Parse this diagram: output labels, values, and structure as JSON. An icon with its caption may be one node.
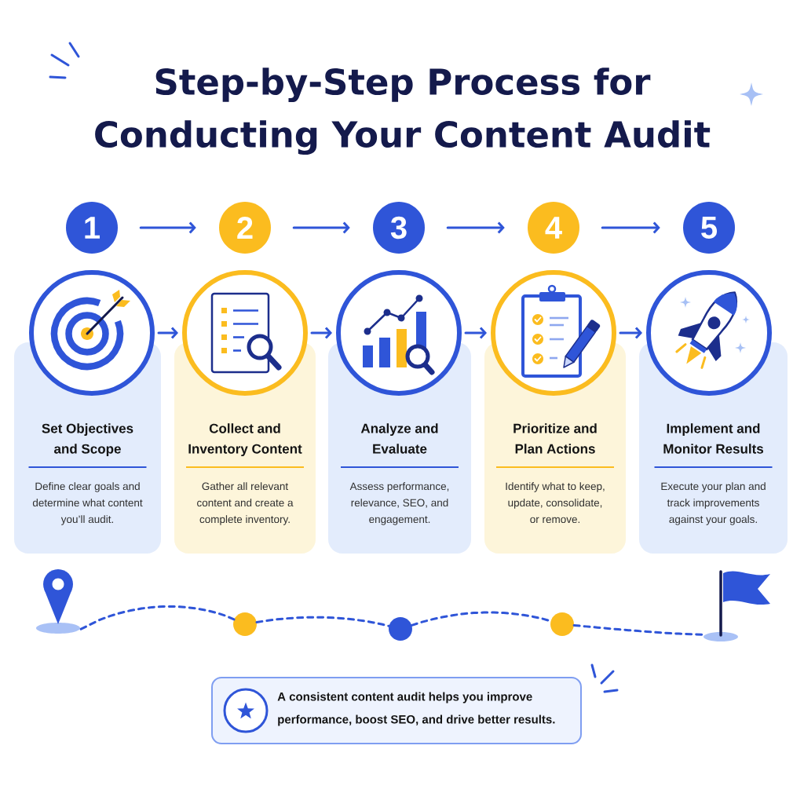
{
  "diagram": {
    "title": "Step-by-Step Process for Conducting Your Content Audit",
    "nodes": [
      {
        "text": [
          "1"
        ]
      },
      {
        "text": [
          "2"
        ]
      },
      {
        "text": [
          "3"
        ]
      },
      {
        "text": [
          "4"
        ]
      },
      {
        "text": [
          "5"
        ]
      },
      {
        "text": [],
        "shape": "circle"
      },
      {
        "text": [],
        "shape": "circle"
      },
      {
        "text": [],
        "shape": "circle"
      },
      {
        "text": [],
        "shape": "circle"
      },
      {
        "text": [],
        "shape": "circle"
      },
      {
        "text": [
          "Set Objectives and Scope",
          "Define clear goals and determine what content you’ll audit."
        ]
      },
      {
        "text": [
          "Collect and Inventory Content",
          "Gather all relevant content and create a complete inventory."
        ]
      },
      {
        "text": [
          "Analyze and Evaluate",
          "Assess performance, relevance, SEO, and engagement."
        ]
      },
      {
        "text": [
          "Prioritize and Plan Actions",
          "Identify what to keep, update, consolidate, or remove."
        ]
      },
      {
        "text": [
          "Implement and Monitor Results",
          "Execute your plan and track improvements against your goals."
        ]
      },
      {
        "text": [],
        "shape": "pin"
      },
      {
        "text": [],
        "shape": "circle"
      },
      {
        "text": [],
        "shape": "circle"
      },
      {
        "text": [],
        "shape": "circle"
      },
      {
        "text": [],
        "shape": "flag"
      },
      {
        "text": [
          "A consistent content audit helps you improve performance, boost SEO, and drive better results."
        ]
      }
    ],
    "edges": [
      {
        "from": 0,
        "to": 1,
        "arrow": "to"
      },
      {
        "from": 1,
        "to": 2,
        "arrow": "to"
      },
      {
        "from": 2,
        "to": 3,
        "arrow": "to"
      },
      {
        "from": 3,
        "to": 4,
        "arrow": "to"
      },
      {
        "from": 5,
        "to": 6,
        "arrow": "to"
      },
      {
        "from": 6,
        "to": 7,
        "arrow": "to"
      },
      {
        "from": 7,
        "to": 8,
        "arrow": "to"
      },
      {
        "from": 8,
        "to": 9,
        "arrow": "to"
      },
      {
        "from": 15,
        "to": 16,
        "arrow": "none",
        "style": "dashed"
      },
      {
        "from": 16,
        "to": 17,
        "arrow": "none",
        "style": "dashed"
      },
      {
        "from": 17,
        "to": 18,
        "arrow": "none",
        "style": "dashed"
      },
      {
        "from": 18,
        "to": 19,
        "arrow": "none",
        "style": "dashed"
      }
    ]
  }
}
